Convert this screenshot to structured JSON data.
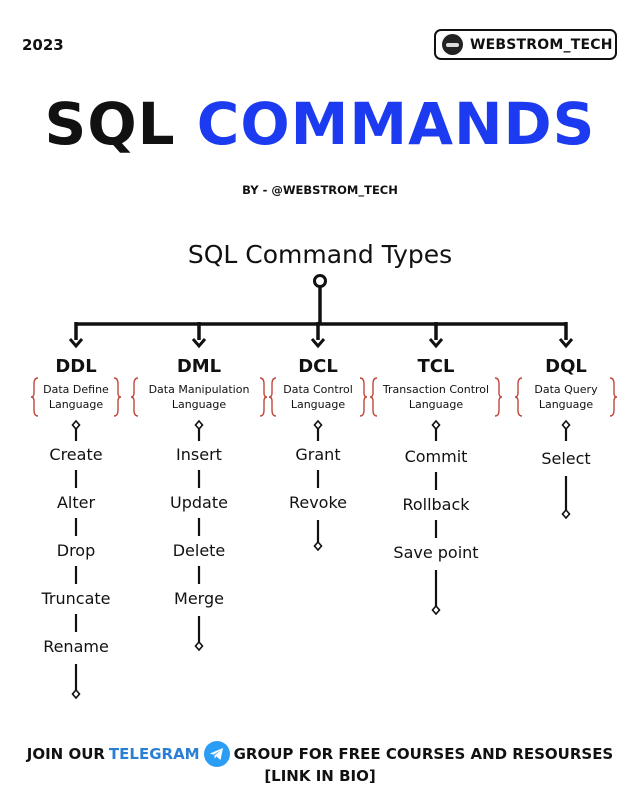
{
  "header": {
    "year": "2023",
    "badge_label": "WEBSTROM_TECH"
  },
  "title": {
    "part1": "SQL",
    "part2": "COMMANDS"
  },
  "byline": "BY - @WEBSTROM_TECH",
  "diagram": {
    "root": "SQL Command Types",
    "branches": [
      {
        "abbr": "DDL",
        "full_line1": "Data Define",
        "full_line2": "Language",
        "commands": [
          "Create",
          "Alter",
          "Drop",
          "Truncate",
          "Rename"
        ]
      },
      {
        "abbr": "DML",
        "full_line1": "Data Manipulation",
        "full_line2": "Language",
        "commands": [
          "Insert",
          "Update",
          "Delete",
          "Merge"
        ]
      },
      {
        "abbr": "DCL",
        "full_line1": "Data Control",
        "full_line2": "Language",
        "commands": [
          "Grant",
          "Revoke"
        ]
      },
      {
        "abbr": "TCL",
        "full_line1": "Transaction Control",
        "full_line2": "Language",
        "commands": [
          "Commit",
          "Rollback",
          "Save point"
        ]
      },
      {
        "abbr": "DQL",
        "full_line1": "Data Query",
        "full_line2": "Language",
        "commands": [
          "Select"
        ]
      }
    ]
  },
  "footer": {
    "before": "JOIN OUR",
    "telegram": "TELEGRAM",
    "after": "GROUP FOR FREE COURSES AND RESOURSES",
    "link": "[LINK IN BIO]"
  },
  "colors": {
    "accent": "#1c3af0",
    "telegram": "#2a7fd4",
    "brace": "#c0473a"
  },
  "icons": {
    "telegram": "telegram-icon",
    "avatar": "avatar"
  }
}
